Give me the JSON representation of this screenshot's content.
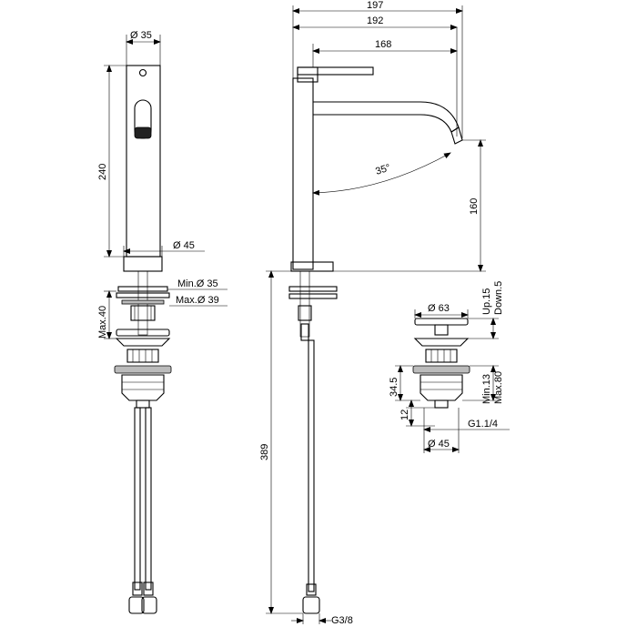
{
  "colors": {
    "line": "#000000",
    "background": "#ffffff",
    "fill_dark": "#222222",
    "fill_grey": "#bbbbbb"
  },
  "front_view": {
    "top_diameter": "Ø 35",
    "height": "240",
    "base_diameter": "Ø 45",
    "hole_min": "Min.Ø 35",
    "hole_max": "Max.Ø 39",
    "max_thickness": "Max.40"
  },
  "side_view": {
    "overall_depth": "197",
    "depth_to_outlet": "192",
    "spout_reach": "168",
    "swivel_angle": "35°",
    "outlet_height": "160",
    "hose_length": "389",
    "connection": "G3/8"
  },
  "waste_detail": {
    "cap_diameter": "Ø 63",
    "stroke_up": "Up.15",
    "stroke_down": "Down.5",
    "flange_height": "34.5",
    "thread_length": "12",
    "min_thickness": "Min.13",
    "max_thickness": "Max.80",
    "thread": "G1.1/4",
    "body_diameter": "Ø 45"
  }
}
